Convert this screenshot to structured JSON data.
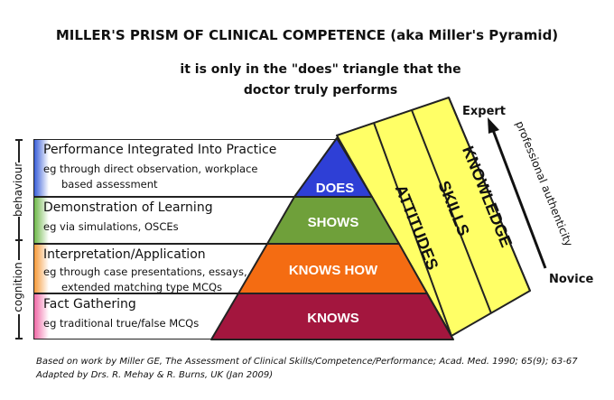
{
  "title": "MILLER'S PRISM OF CLINICAL COMPETENCE (aka Miller's Pyramid)",
  "subtitle": "it is only in the \"does\" triangle that the doctor truly performs",
  "levels": [
    {
      "head": "Performance Integrated Into Practice",
      "desc_1": "eg through direct observation, workplace",
      "desc_2": "based assessment",
      "pyramid_label": "DOES",
      "color": "#2e3fd6"
    },
    {
      "head": "Demonstration of Learning",
      "desc_1": "eg via simulations, OSCEs",
      "desc_2": "",
      "pyramid_label": "SHOWS",
      "color": "#6fa03a"
    },
    {
      "head": "Interpretation/Application",
      "desc_1": "eg through case presentations, essays,",
      "desc_2": "extended matching type MCQs",
      "pyramid_label": "KNOWS HOW",
      "color": "#f46c12"
    },
    {
      "head": "Fact Gathering",
      "desc_1": "eg traditional true/false MCQs",
      "desc_2": "",
      "pyramid_label": "KNOWS",
      "color": "#a3163e"
    }
  ],
  "prism_faces": [
    "ATTITUDES",
    "SKILLS",
    "KNOWLEDGE"
  ],
  "prism_color": "#ffff66",
  "side_labels": {
    "behaviour": "behaviour",
    "cognition": "cognition"
  },
  "axis": {
    "top": "Expert",
    "bottom": "Novice",
    "label": "professional authenticity"
  },
  "credit_1": "Based on work by Miller GE, The Assessment of Clinical Skills/Competence/Performance; Acad. Med. 1990; 65(9); 63-67",
  "credit_2": "Adapted by Drs. R. Mehay & R. Burns, UK (Jan 2009)"
}
